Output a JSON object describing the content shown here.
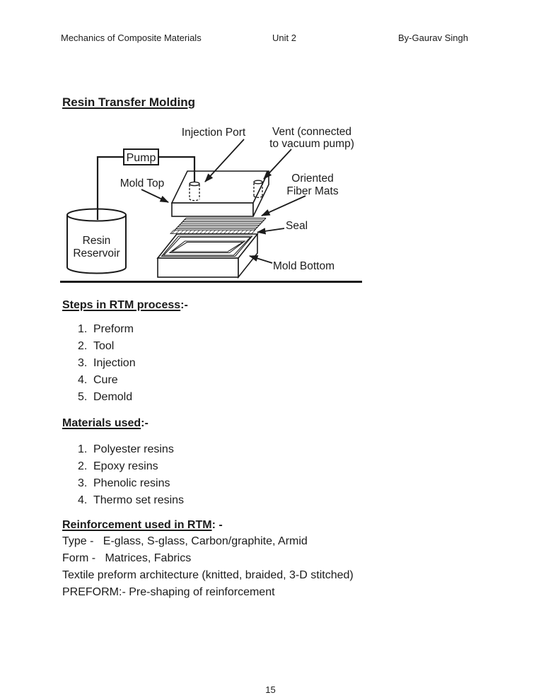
{
  "page": {
    "header": {
      "left": "Mechanics of Composite Materials",
      "center": "Unit 2",
      "right": "By-Gaurav Singh"
    },
    "title": "Resin Transfer Molding",
    "footer": {
      "page_number": "15"
    }
  },
  "diagram": {
    "labels": {
      "injection_port": "Injection Port",
      "vent_line1": "Vent (connected",
      "vent_line2": "to vacuum pump)",
      "pump": "Pump",
      "mold_top": "Mold Top",
      "oriented_line1": "Oriented",
      "oriented_line2": "Fiber Mats",
      "seal": "Seal",
      "mold_bottom": "Mold Bottom",
      "reservoir_line1": "Resin",
      "reservoir_line2": "Reservoir"
    }
  },
  "sections": [
    {
      "heading": "Steps in RTM process",
      "heading_suffix": ":-",
      "items": [
        {
          "num": "1.",
          "text": "Preform"
        },
        {
          "num": "2.",
          "text": "Tool"
        },
        {
          "num": "3.",
          "text": "Injection"
        },
        {
          "num": "4.",
          "text": "Cure"
        },
        {
          "num": "5.",
          "text": "Demold"
        }
      ]
    },
    {
      "heading": "Materials used",
      "heading_suffix": ":-",
      "items": [
        {
          "num": "1.",
          "text": "Polyester resins"
        },
        {
          "num": "2.",
          "text": "Epoxy resins"
        },
        {
          "num": "3.",
          "text": "Phenolic resins"
        },
        {
          "num": "4.",
          "text": "Thermo set resins"
        }
      ]
    },
    {
      "heading": "Reinforcement used in RTM",
      "heading_suffix": ": -",
      "paragraphs": [
        "Type -   E-glass, S-glass, Carbon/graphite, Armid",
        "Form -   Matrices, Fabrics",
        "Textile preform architecture (knitted, braided, 3-D stitched)",
        "PREFORM:- Pre-shaping of reinforcement"
      ]
    }
  ],
  "colors": {
    "text": "#1b1b1b",
    "line": "#1b1b1b",
    "background": "#ffffff"
  }
}
